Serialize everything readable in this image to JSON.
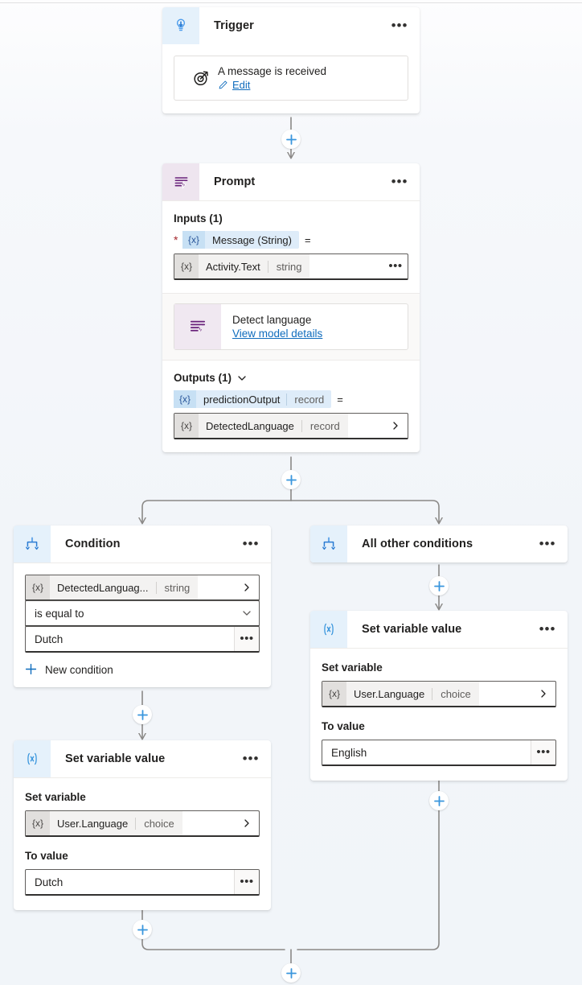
{
  "canvas": {
    "background_color": "#f3f6fa",
    "accent_blue": "#0f6cbd",
    "accent_purple": "#68217a",
    "connector_color": "#8a8886"
  },
  "nodes": {
    "trigger": {
      "title": "Trigger",
      "icon": "trigger-bulb-icon",
      "more_label": "•••",
      "item": {
        "title": "A message is received",
        "edit_label": "Edit",
        "edit_icon": "pencil-icon",
        "icon": "target-icon"
      }
    },
    "prompt": {
      "title": "Prompt",
      "icon": "prompt-lines-bolt-icon",
      "more_label": "•••",
      "inputs_label": "Inputs (1)",
      "input": {
        "required_marker": "*",
        "badge": "{x}",
        "name": "Message (String)",
        "equals": "=",
        "value_badge": "{x}",
        "value_name": "Activity.Text",
        "value_type": "string",
        "value_more": "•••"
      },
      "model": {
        "icon": "prompt-lines-bolt-icon",
        "name": "Detect language",
        "link": "View model details"
      },
      "outputs_label": "Outputs (1)",
      "outputs_chevron": "chevron-down-icon",
      "output": {
        "badge": "{x}",
        "name": "predictionOutput",
        "type": "record",
        "equals": "=",
        "value_badge": "{x}",
        "value_name": "DetectedLanguage",
        "value_type": "record",
        "value_chevron": "chevron-right-icon"
      }
    },
    "condition": {
      "title": "Condition",
      "icon": "branch-fork-icon",
      "more_label": "•••",
      "operand": {
        "badge": "{x}",
        "name": "DetectedLanguag...",
        "type": "string",
        "chevron": "chevron-right-icon"
      },
      "operator": "is equal to",
      "operator_chevron": "chevron-down-icon",
      "value": "Dutch",
      "value_more": "•••",
      "new_condition_label": "New condition",
      "new_condition_icon": "plus-icon"
    },
    "all_other_conditions": {
      "title": "All other conditions",
      "icon": "branch-fork-icon",
      "more_label": "•••"
    },
    "set_variable_left": {
      "title": "Set variable value",
      "icon": "variable-x-icon",
      "more_label": "•••",
      "set_variable_label": "Set variable",
      "variable_badge": "{x}",
      "variable_name": "User.Language",
      "variable_type": "choice",
      "variable_chevron": "chevron-right-icon",
      "to_value_label": "To value",
      "to_value": "Dutch",
      "to_value_more": "•••"
    },
    "set_variable_right": {
      "title": "Set variable value",
      "icon": "variable-x-icon",
      "more_label": "•••",
      "set_variable_label": "Set variable",
      "variable_badge": "{x}",
      "variable_name": "User.Language",
      "variable_type": "choice",
      "variable_chevron": "chevron-right-icon",
      "to_value_label": "To value",
      "to_value": "English",
      "to_value_more": "•••"
    }
  },
  "add_buttons": [
    {
      "name": "add-step-after-trigger"
    },
    {
      "name": "add-step-after-prompt"
    },
    {
      "name": "add-step-after-all-other-conditions"
    },
    {
      "name": "add-step-after-condition"
    },
    {
      "name": "add-step-after-set-variable-left"
    },
    {
      "name": "add-step-after-set-variable-right"
    },
    {
      "name": "add-step-after-merge"
    }
  ]
}
